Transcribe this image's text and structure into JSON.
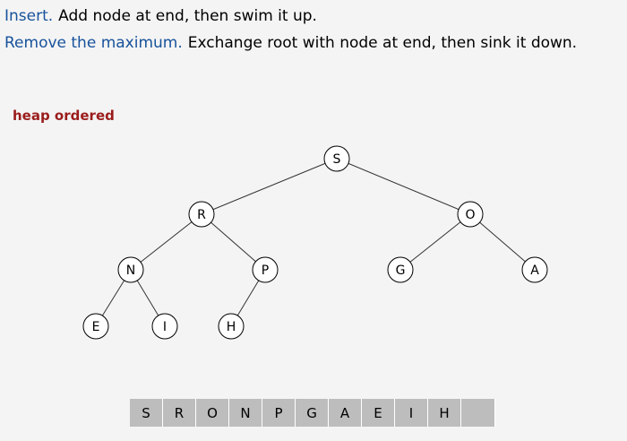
{
  "insert": {
    "keyword": "Insert.",
    "description": "Add node at end, then swim it up."
  },
  "remove": {
    "keyword": "Remove the maximum.",
    "description": "Exchange root with node at end, then sink it down."
  },
  "state_label": "heap ordered",
  "colors": {
    "keyword": "#17529b",
    "state_label": "#9b1c1c",
    "array_cell": "#bdbdbd"
  },
  "heap": {
    "nodes": [
      {
        "id": 1,
        "key": "S"
      },
      {
        "id": 2,
        "key": "R"
      },
      {
        "id": 3,
        "key": "O"
      },
      {
        "id": 4,
        "key": "N"
      },
      {
        "id": 5,
        "key": "P"
      },
      {
        "id": 6,
        "key": "G"
      },
      {
        "id": 7,
        "key": "A"
      },
      {
        "id": 8,
        "key": "E"
      },
      {
        "id": 9,
        "key": "I"
      },
      {
        "id": 10,
        "key": "H"
      }
    ],
    "edges": [
      [
        1,
        2
      ],
      [
        1,
        3
      ],
      [
        2,
        4
      ],
      [
        2,
        5
      ],
      [
        3,
        6
      ],
      [
        3,
        7
      ],
      [
        4,
        8
      ],
      [
        4,
        9
      ],
      [
        5,
        10
      ]
    ]
  },
  "array": [
    "S",
    "R",
    "O",
    "N",
    "P",
    "G",
    "A",
    "E",
    "I",
    "H",
    ""
  ]
}
